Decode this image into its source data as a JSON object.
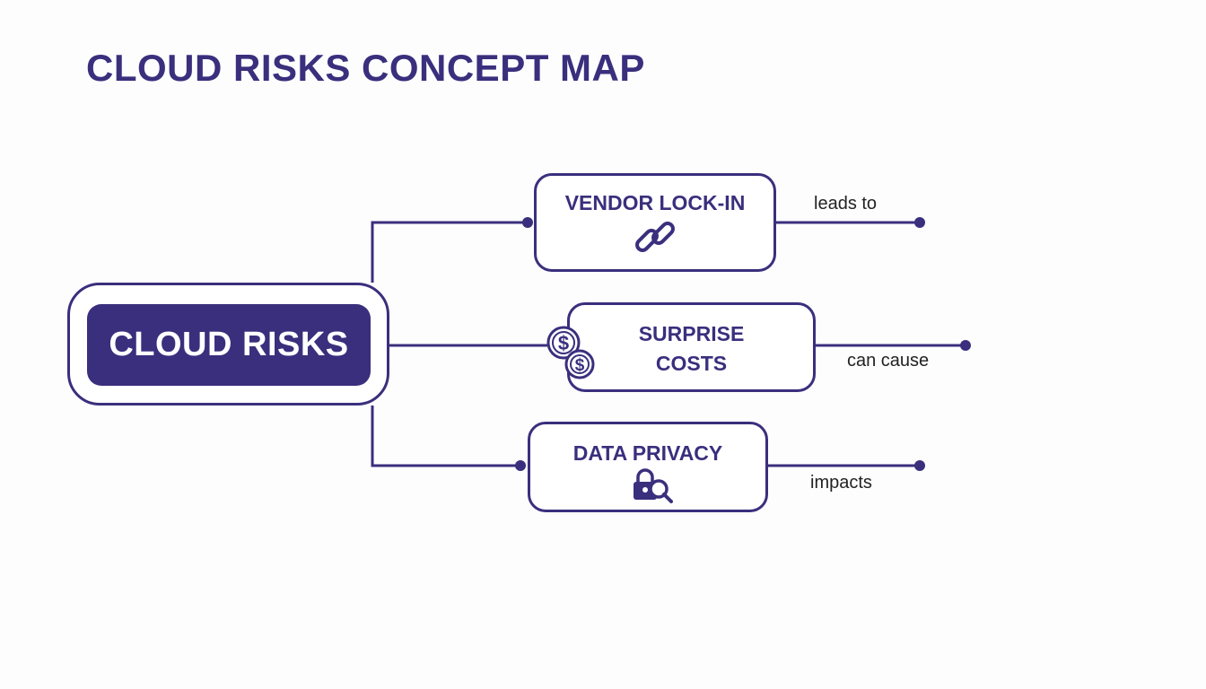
{
  "title": "CLOUD RISKS CONCEPT MAP",
  "central": {
    "label": "CLOUD RISKS"
  },
  "branches": [
    {
      "label": "VENDOR LOCK-IN",
      "icon": "chain-link-icon",
      "relation": "leads to"
    },
    {
      "label_lines": [
        "SURPRISE",
        "COSTS"
      ],
      "icon": "dollar-coins-icon",
      "relation": "can cause"
    },
    {
      "label": "DATA PRIVACY",
      "icon": "lock-magnifier-icon",
      "relation": "impacts"
    }
  ],
  "colors": {
    "primary": "#3a2f7d",
    "background": "#fdfdfe",
    "edge_text": "#222222"
  }
}
